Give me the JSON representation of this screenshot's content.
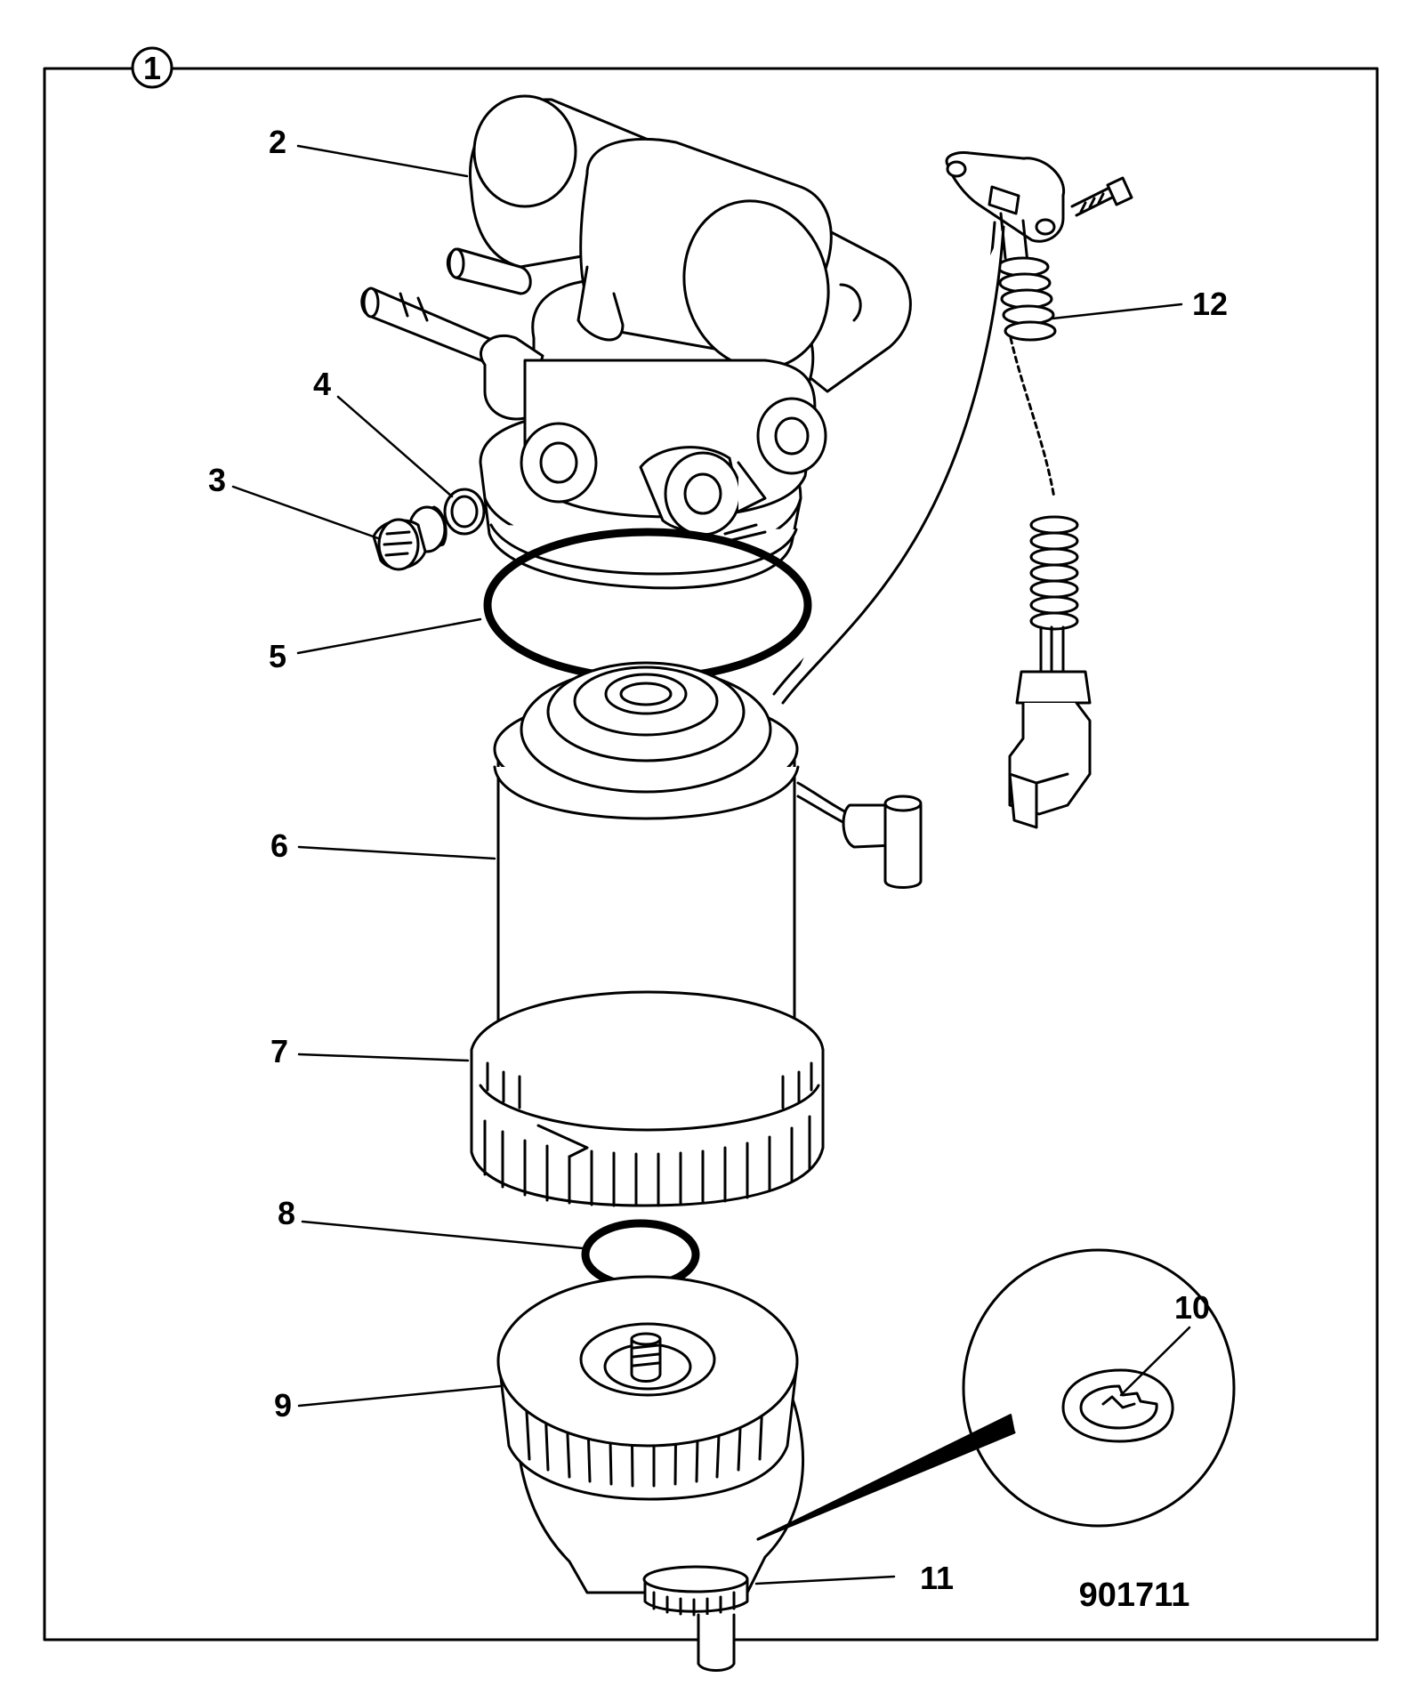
{
  "figure": {
    "index_badge": "1",
    "reference_code": "901711"
  },
  "callouts": [
    {
      "id": "2"
    },
    {
      "id": "3"
    },
    {
      "id": "4"
    },
    {
      "id": "5"
    },
    {
      "id": "6"
    },
    {
      "id": "7"
    },
    {
      "id": "8"
    },
    {
      "id": "9"
    },
    {
      "id": "10"
    },
    {
      "id": "11"
    },
    {
      "id": "12"
    }
  ],
  "colors": {
    "line": "#000000",
    "background": "#ffffff"
  }
}
